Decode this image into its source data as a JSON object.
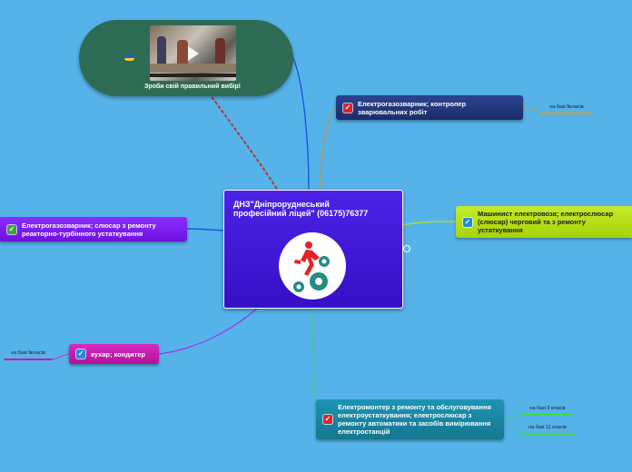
{
  "colors": {
    "background": "#55b3e9",
    "central": "#3e17d8",
    "video_node": "#2e6b55",
    "node_gas_welder": "#23367e",
    "node_machinist": "#b8e318",
    "node_reactor": "#7f1ef0",
    "node_cook": "#c819b0",
    "node_electro": "#1a86a2"
  },
  "central": {
    "title": "ДНЗ\"Дніпроруднеський професійний ліцей\" (06175)76377",
    "icon": "runner-gears-logo"
  },
  "video_node": {
    "caption": "Зроби свій правильний вибір!",
    "flag_icon": "ukraine-flag-icon",
    "media": "video-thumbnail"
  },
  "branches": {
    "gas_welder": {
      "label": "Електрогазозварник; контролер зварювальних робіт",
      "check": "red",
      "leaves": [
        "на базі 9класів"
      ]
    },
    "machinist": {
      "label": "Машинист електровоза; електрослюсар (слюсар) черговий та з ремонту устаткування",
      "check": "blue",
      "leaves": []
    },
    "reactor": {
      "label": "Електрогазозварник; слюсар з ремонту реакторно-турбінного устаткування",
      "check": "green",
      "leaves": []
    },
    "cook": {
      "label": "кухар; кондитер",
      "check": "blue",
      "leaves": [
        "на базі 9класів"
      ]
    },
    "electro": {
      "label": "Електромонтер з ремонту та обслуговування електроустаткування; електрослюсар з ремонту автоматики та засобів вимірювання електростанцій",
      "check": "red",
      "leaves": [
        "на базі 9 класів",
        "на базі 11 класів"
      ]
    }
  }
}
